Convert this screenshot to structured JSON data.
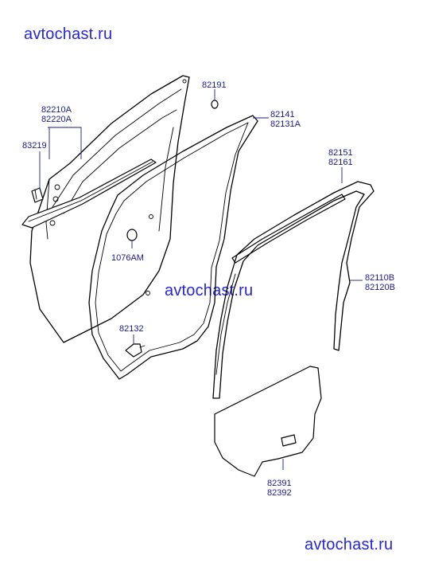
{
  "watermarks": {
    "top": "avtochast.ru",
    "middle": "avtochast.ru",
    "bottom": "avtochast.ru"
  },
  "labels": {
    "p82191": "82191",
    "p82210a": "82210A",
    "p82220a": "82220A",
    "p83219": "83219",
    "p82141": "82141",
    "p82131a": "82131A",
    "p82151": "82151",
    "p82161": "82161",
    "p1076am": "1076AM",
    "p82110b": "82110B",
    "p82120b": "82120B",
    "p82132": "82132",
    "p82391": "82391",
    "p82392": "82392"
  },
  "colors": {
    "label": "#1a1a8c",
    "watermark": "#2626d9",
    "line": "#000000"
  }
}
